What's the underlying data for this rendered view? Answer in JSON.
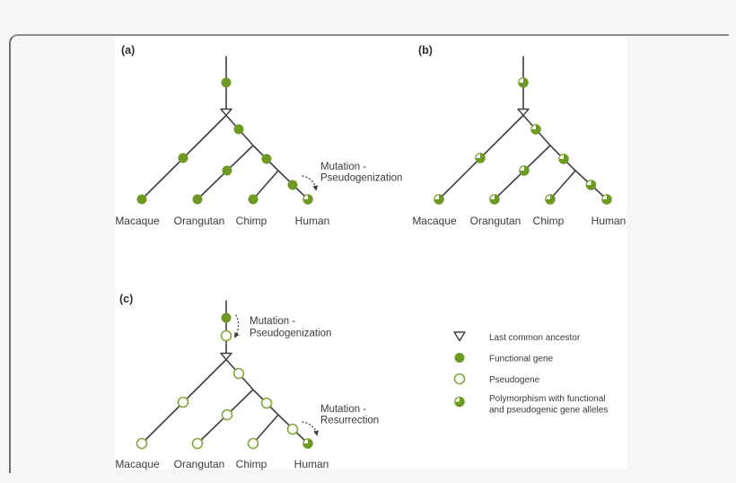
{
  "colors": {
    "green": "#6d9a22",
    "green_light": "#82a73c",
    "line": "#3f3f3f",
    "text": "#3a3a3a",
    "background": "#f6f6f6",
    "figure_background": "#ffffff",
    "frame_border": "#8a8a8a"
  },
  "panels": [
    {
      "label": "(a)",
      "species": [
        "Macaque",
        "Orangutan",
        "Chimp",
        "Human"
      ],
      "annotation": {
        "line1": "Mutation -",
        "line2": "Pseudogenization"
      }
    },
    {
      "label": "(b)",
      "species": [
        "Macaque",
        "Orangutan",
        "Chimp",
        "Human"
      ]
    },
    {
      "label": "(c)",
      "species": [
        "Macaque",
        "Orangutan",
        "Chimp",
        "Human"
      ],
      "annotation_pseudogenization": {
        "line1": "Mutation -",
        "line2": "Pseudogenization"
      },
      "annotation_resurrection": {
        "line1": "Mutation -",
        "line2": "Resurrection"
      }
    }
  ],
  "legend": {
    "last_common_ancestor": "Last common ancestor",
    "functional_gene": "Functional gene",
    "pseudogene": "Pseudogene",
    "polymorphism_line1": "Polymorphism with functional",
    "polymorphism_line2": "and pseudogenic gene alleles"
  }
}
